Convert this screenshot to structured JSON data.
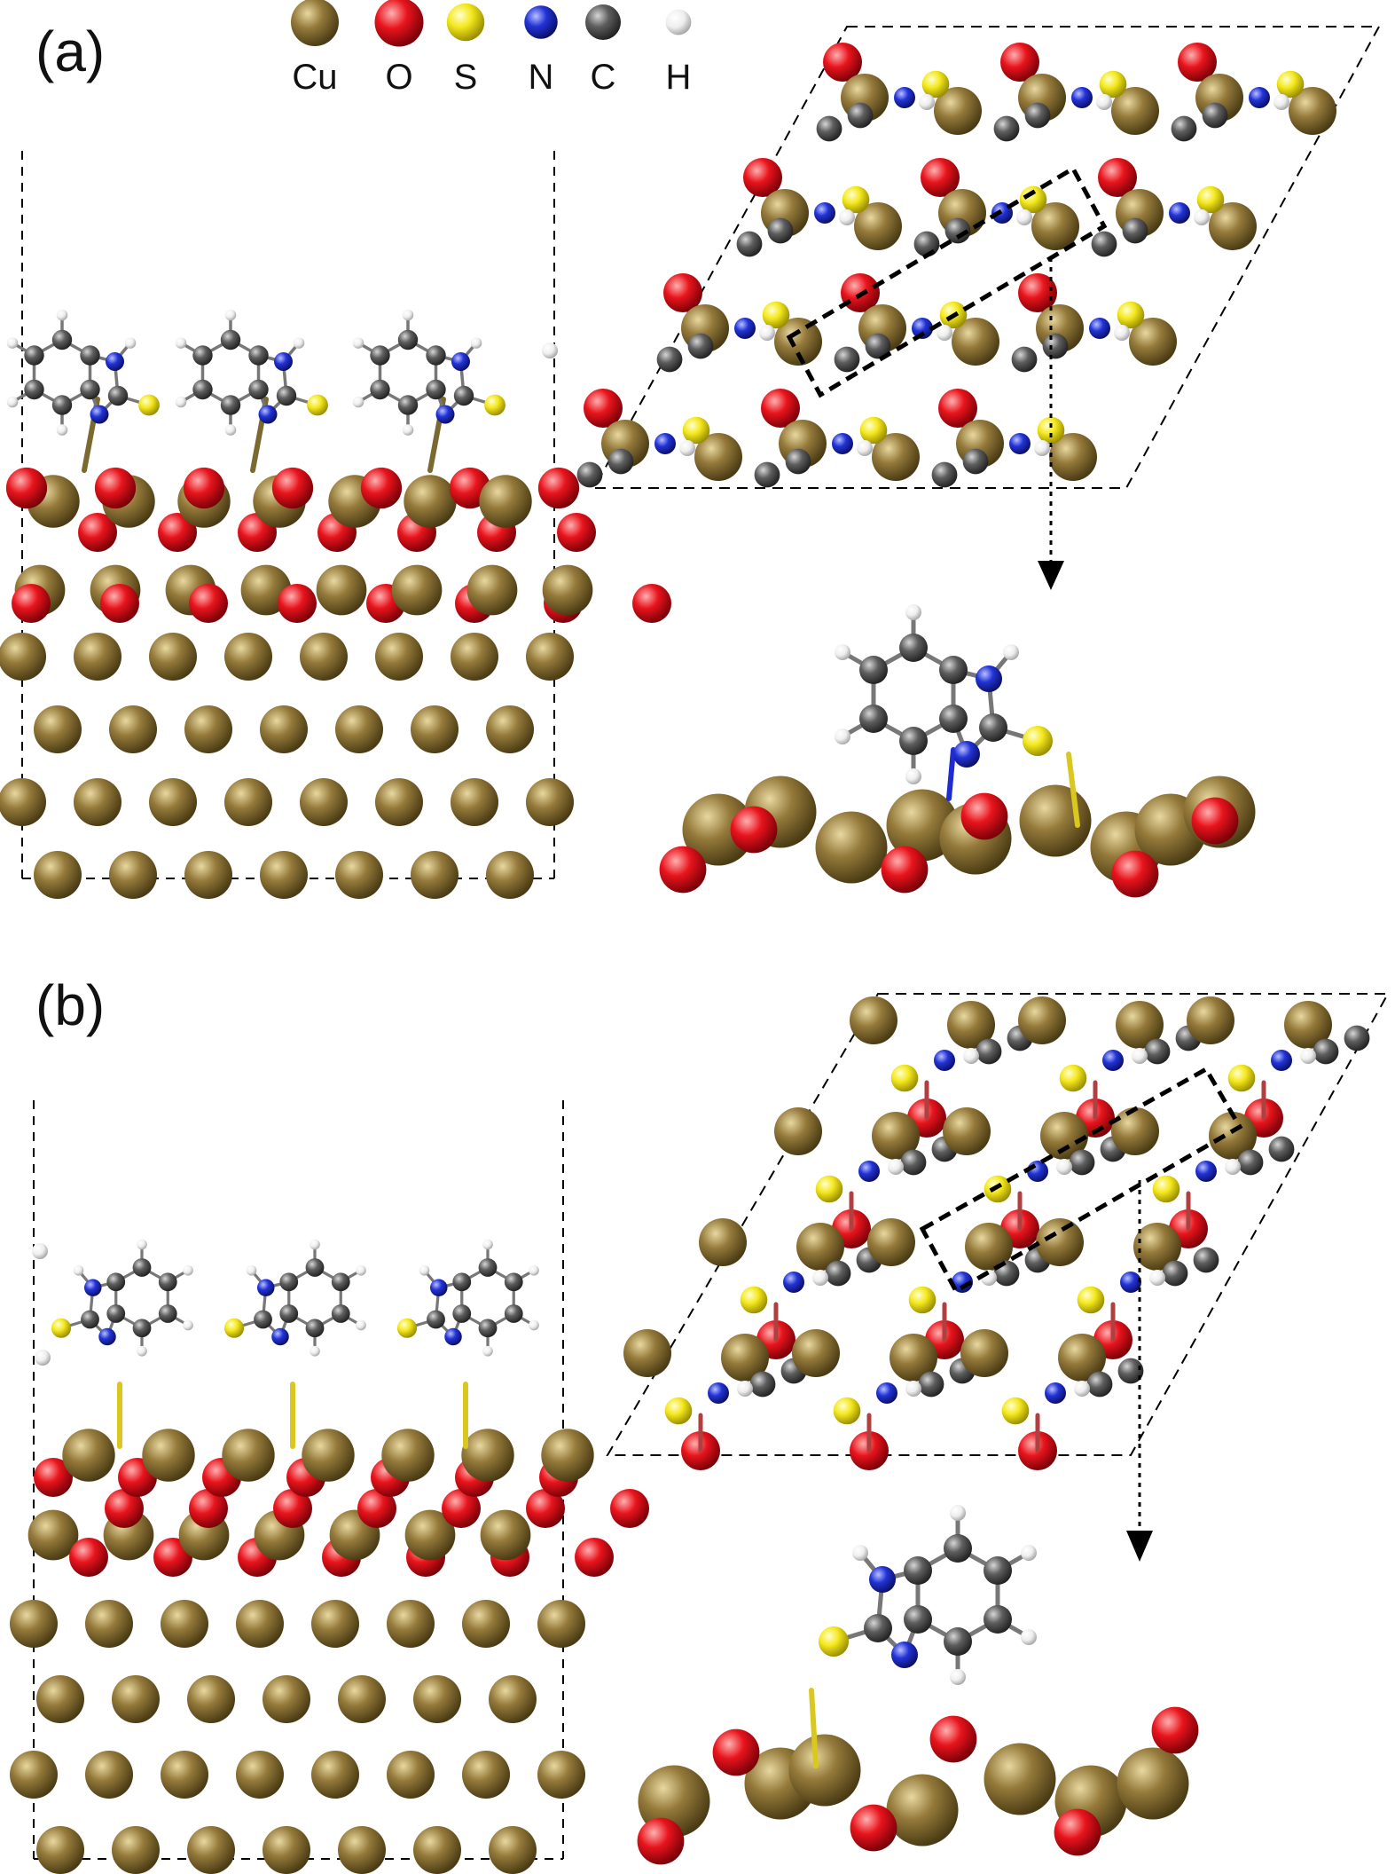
{
  "figure": {
    "panel_a_label": "(a)",
    "panel_b_label": "(b)"
  },
  "legend": [
    {
      "label": "Cu",
      "color": "#8c7431"
    },
    {
      "label": "O",
      "color": "#e4121b"
    },
    {
      "label": "S",
      "color": "#f2e51c"
    },
    {
      "label": "N",
      "color": "#1f2ccf"
    },
    {
      "label": "C",
      "color": "#5d5d5d"
    },
    {
      "label": "H",
      "color": "#f2f2f2"
    }
  ],
  "colors": {
    "Cu": "#8c7431",
    "O": "#e4121b",
    "S": "#f2e51c",
    "N": "#1f2ccf",
    "C": "#5d5d5d",
    "H": "#f2f2f2"
  }
}
